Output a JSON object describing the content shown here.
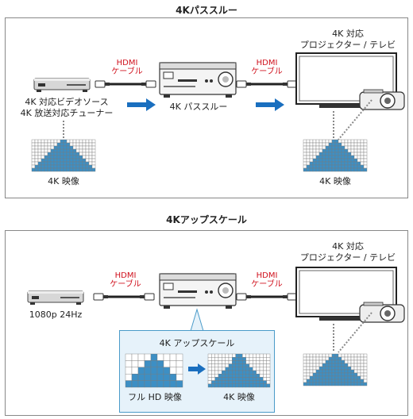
{
  "section1": {
    "title": "4Kパススルー",
    "hdmi_label_left": "HDMI\nケーブル",
    "hdmi_label_right": "HDMI\nケーブル",
    "source_label": "4K 対応ビデオソース\n4K 放送対応チューナー",
    "receiver_label": "4K パススルー",
    "display_label": "4K 対応\nプロジェクター / テレビ",
    "video_left_label": "4K 映像",
    "video_right_label": "4K 映像"
  },
  "section2": {
    "title": "4Kアップスケール",
    "hdmi_label_left": "HDMI\nケーブル",
    "hdmi_label_right": "HDMI\nケーブル",
    "source_label": "1080p 24Hz",
    "display_label": "4K 対応\nプロジェクター / テレビ",
    "upscale_title": "4K アップスケール",
    "fullhd_label": "フル HD 映像",
    "k4_label": "4K 映像"
  },
  "colors": {
    "arrow_blue": "#1a6fbf",
    "hdmi_red": "#d0101c",
    "pixel_blue": "#3d8fc4",
    "upscale_bg": "#e6f2fa"
  }
}
